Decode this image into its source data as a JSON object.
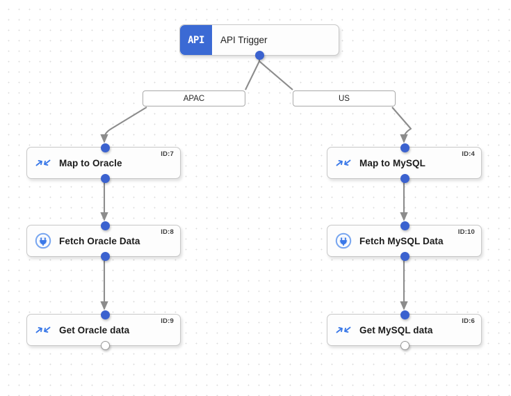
{
  "canvas": {
    "background_color": "#ffffff",
    "grid_dot_color": "#dcdcdc",
    "accent_color": "#3b6ad4",
    "edge_color": "#8c8c8c"
  },
  "trigger": {
    "badge": "API",
    "title": "API Trigger",
    "icon": "api-badge-icon"
  },
  "branches": [
    {
      "label": "APAC"
    },
    {
      "label": "US"
    }
  ],
  "nodes": [
    {
      "id_badge": "ID:7",
      "title": "Map to Oracle",
      "icon": "map-arrows-icon",
      "input_port": "filled",
      "output_port": "filled"
    },
    {
      "id_badge": "ID:8",
      "title": "Fetch Oracle Data",
      "icon": "database-plug-icon",
      "input_port": "filled",
      "output_port": "filled"
    },
    {
      "id_badge": "ID:9",
      "title": "Get Oracle data",
      "icon": "map-arrows-icon",
      "input_port": "filled",
      "output_port": "hollow"
    },
    {
      "id_badge": "ID:4",
      "title": "Map to MySQL",
      "icon": "map-arrows-icon",
      "input_port": "filled",
      "output_port": "filled"
    },
    {
      "id_badge": "ID:10",
      "title": "Fetch MySQL Data",
      "icon": "database-plug-icon",
      "input_port": "filled",
      "output_port": "filled"
    },
    {
      "id_badge": "ID:6",
      "title": "Get MySQL data",
      "icon": "map-arrows-icon",
      "input_port": "filled",
      "output_port": "hollow"
    }
  ]
}
